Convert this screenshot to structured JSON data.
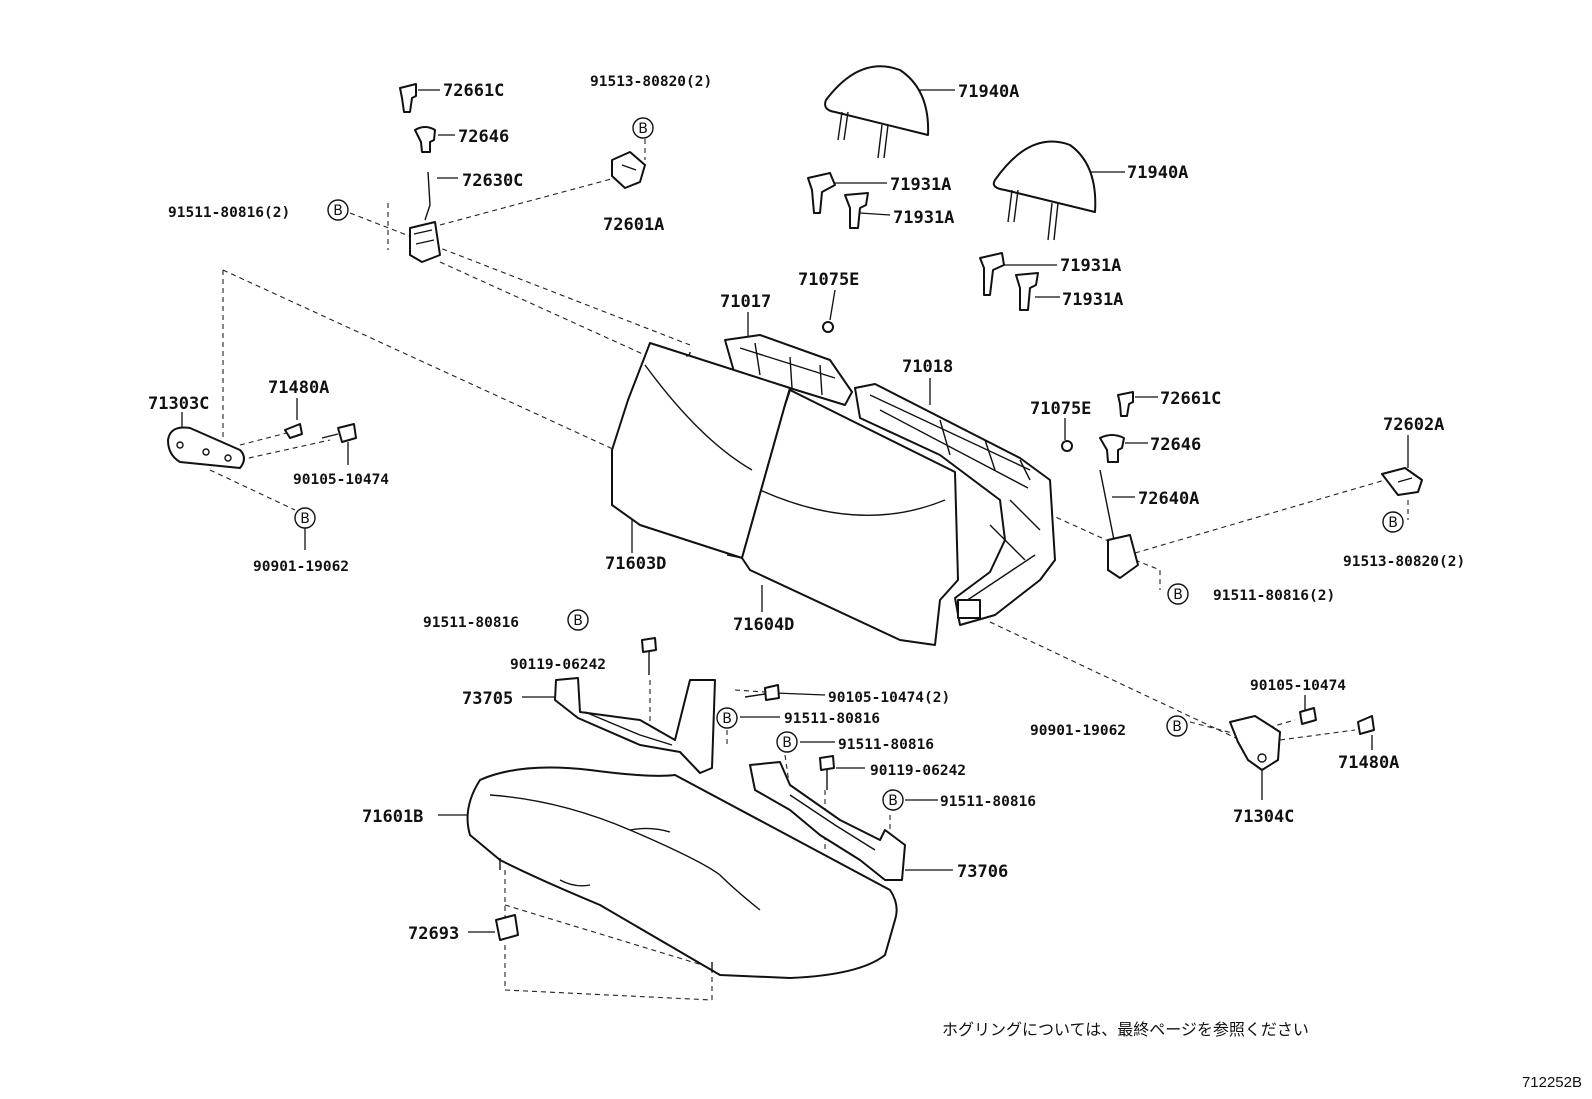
{
  "note": "ホグリングについては、最終ページを参照ください",
  "figure_id": "712252B",
  "bolt_marker": "B",
  "part_labels": [
    {
      "id": "72661C_a",
      "text": "72661C"
    },
    {
      "id": "72646_a",
      "text": "72646"
    },
    {
      "id": "72630C",
      "text": "72630C"
    },
    {
      "id": "91511_80816_2_a",
      "text": "91511-80816(2)"
    },
    {
      "id": "91513_80820_2_a",
      "text": "91513-80820(2)"
    },
    {
      "id": "72601A",
      "text": "72601A"
    },
    {
      "id": "71940A_a",
      "text": "71940A"
    },
    {
      "id": "71940A_b",
      "text": "71940A"
    },
    {
      "id": "71931A_a",
      "text": "71931A"
    },
    {
      "id": "71931A_b",
      "text": "71931A"
    },
    {
      "id": "71931A_c",
      "text": "71931A"
    },
    {
      "id": "71931A_d",
      "text": "71931A"
    },
    {
      "id": "71017",
      "text": "71017"
    },
    {
      "id": "71075E_a",
      "text": "71075E"
    },
    {
      "id": "71018",
      "text": "71018"
    },
    {
      "id": "71075E_b",
      "text": "71075E"
    },
    {
      "id": "72661C_b",
      "text": "72661C"
    },
    {
      "id": "72646_b",
      "text": "72646"
    },
    {
      "id": "72640A",
      "text": "72640A"
    },
    {
      "id": "72602A",
      "text": "72602A"
    },
    {
      "id": "91513_80820_2_b",
      "text": "91513-80820(2)"
    },
    {
      "id": "91511_80816_2_b",
      "text": "91511-80816(2)"
    },
    {
      "id": "71303C",
      "text": "71303C"
    },
    {
      "id": "71480A_a",
      "text": "71480A"
    },
    {
      "id": "90105_10474_a",
      "text": "90105-10474"
    },
    {
      "id": "90901_19062_a",
      "text": "90901-19062"
    },
    {
      "id": "71603D",
      "text": "71603D"
    },
    {
      "id": "71604D",
      "text": "71604D"
    },
    {
      "id": "91511_80816_a",
      "text": "91511-80816"
    },
    {
      "id": "90119_06242_a",
      "text": "90119-06242"
    },
    {
      "id": "73705",
      "text": "73705"
    },
    {
      "id": "90105_10474_2",
      "text": "90105-10474(2)"
    },
    {
      "id": "91511_80816_b",
      "text": "91511-80816"
    },
    {
      "id": "91511_80816_c",
      "text": "91511-80816"
    },
    {
      "id": "90119_06242_b",
      "text": "90119-06242"
    },
    {
      "id": "91511_80816_d",
      "text": "91511-80816"
    },
    {
      "id": "71601B",
      "text": "71601B"
    },
    {
      "id": "73706",
      "text": "73706"
    },
    {
      "id": "72693",
      "text": "72693"
    },
    {
      "id": "90105_10474_b",
      "text": "90105-10474"
    },
    {
      "id": "90901_19062_b",
      "text": "90901-19062"
    },
    {
      "id": "71480A_b",
      "text": "71480A"
    },
    {
      "id": "71304C",
      "text": "71304C"
    }
  ]
}
